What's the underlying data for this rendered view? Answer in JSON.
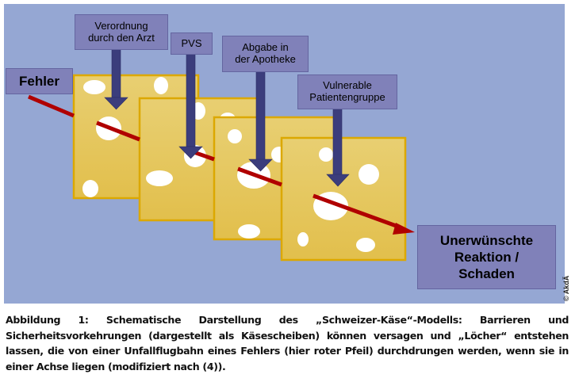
{
  "diagram": {
    "title": "Schweizer-Käse-Modell",
    "colors": {
      "background": "#95a7d3",
      "label_box": "#8081b9",
      "cheese_fill": "#e6c860",
      "cheese_border": "#dca800",
      "arrow_blue": "#3b3d7c",
      "error_arrow": "#b00000",
      "hole": "#ffffff"
    },
    "error_label": "Fehler",
    "barriers": [
      {
        "label_line1": "Verordnung",
        "label_line2": "durch den Arzt"
      },
      {
        "label_line1": "PVS",
        "label_line2": ""
      },
      {
        "label_line1": "Abgabe in",
        "label_line2": "der Apotheke"
      },
      {
        "label_line1": "Vulnerable",
        "label_line2": "Patientengruppe"
      }
    ],
    "outcome": {
      "line1": "Unerwünschte",
      "line2": "Reaktion /",
      "line3": "Schaden"
    },
    "copyright": "© AkdÄ"
  },
  "caption": {
    "text": "Abbildung 1: Schematische Darstellung des „Schweizer-Käse“-Modells: Barrieren und Sicherheitsvorkehrungen (dargestellt als Käsescheiben) können versagen und „Löcher“ entstehen lassen, die von einer Unfallflugbahn eines Fehlers (hier roter Pfeil) durchdrungen werden, wenn sie in einer Achse liegen (modifiziert nach (4))."
  }
}
